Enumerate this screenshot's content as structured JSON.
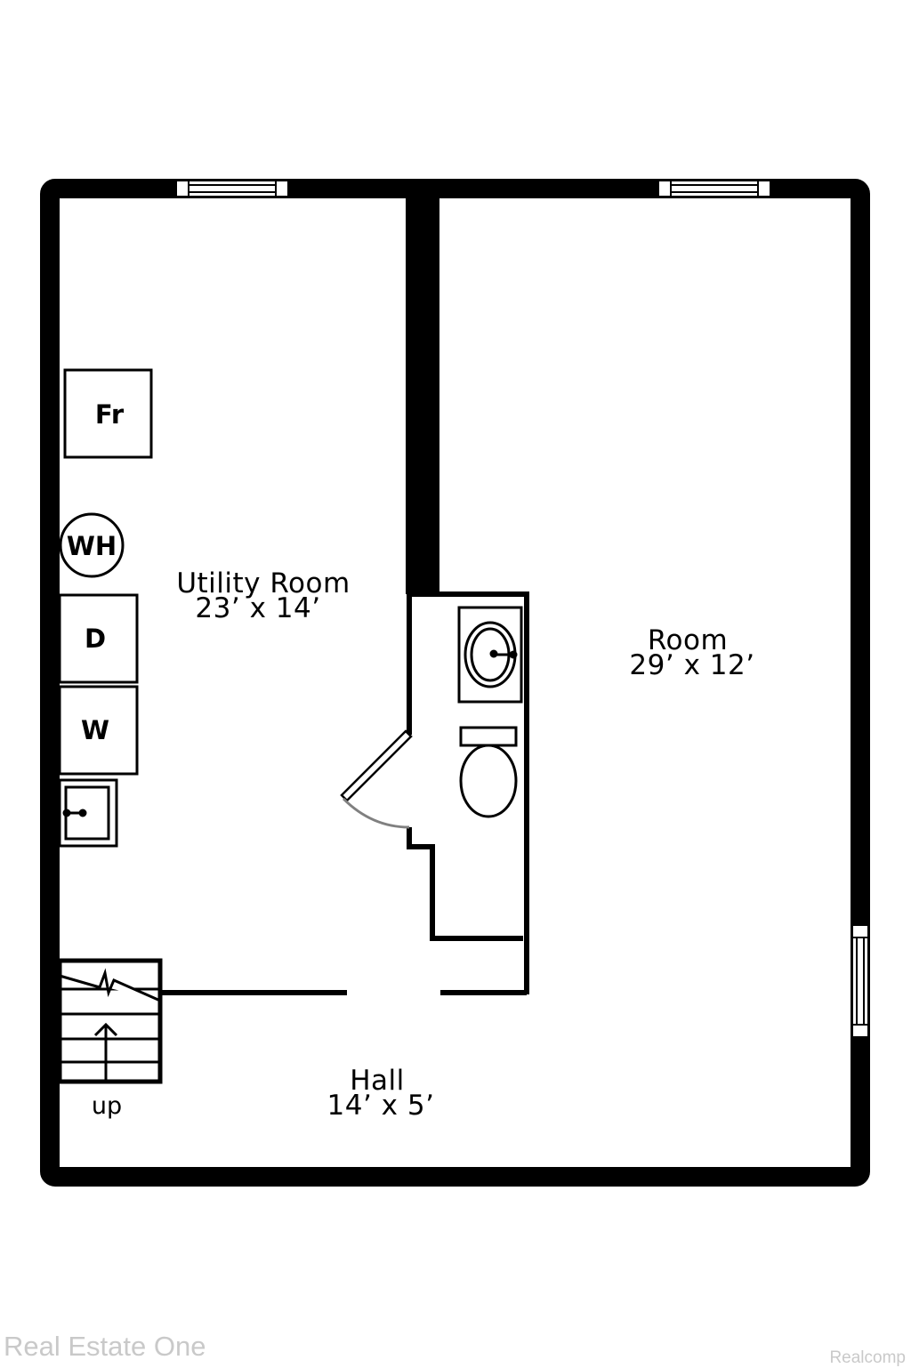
{
  "rooms": {
    "utility": {
      "name": "Utility Room",
      "size": "23’ x 14’"
    },
    "room": {
      "name": "Room",
      "size": "29’ x 12’"
    },
    "hall": {
      "name": "Hall",
      "size": "14’ x 5’"
    }
  },
  "fixtures": {
    "freezer": "Fr",
    "water_heater": "WH",
    "dryer": "D",
    "washer": "W",
    "stairs": "up"
  },
  "watermarks": {
    "brokerage": "Real Estate One",
    "mls": "Realcomp"
  },
  "colors": {
    "wall": "#000000",
    "door_swing": "#808080",
    "watermark": "#c9c9c9"
  }
}
